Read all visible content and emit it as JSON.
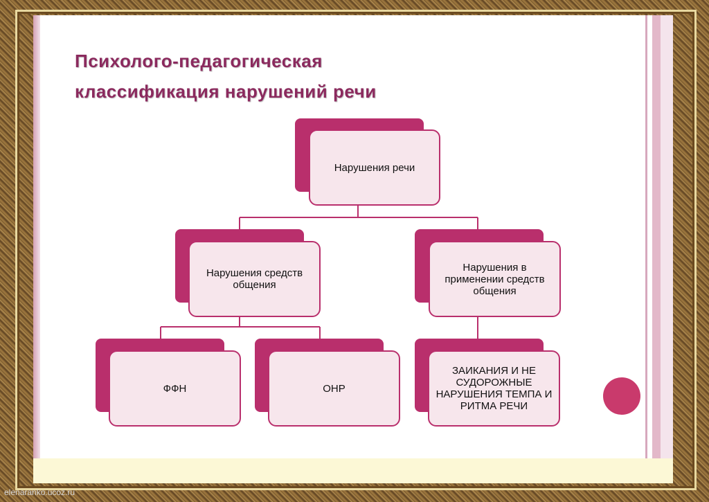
{
  "title": {
    "line1": "Психолого-педагогическая",
    "line2": "классификация  нарушений  речи"
  },
  "nodes": {
    "root": "Нарушения  речи",
    "left": "Нарушения средств общения",
    "right": "Нарушения в применении средств общения",
    "leaf_ffn": "ФФН",
    "leaf_onr": "ОНР",
    "leaf_stutter": "ЗАИКАНИЯ  И НЕ СУДОРОЖНЫЕ НАРУШЕНИЯ ТЕМПА И РИТМА РЕЧИ"
  },
  "colors": {
    "accent": "#b92f6c",
    "box_fill": "#f7e6ec",
    "title": "#8b2a5e"
  },
  "watermark": "elenaranko.ucoz.ru"
}
